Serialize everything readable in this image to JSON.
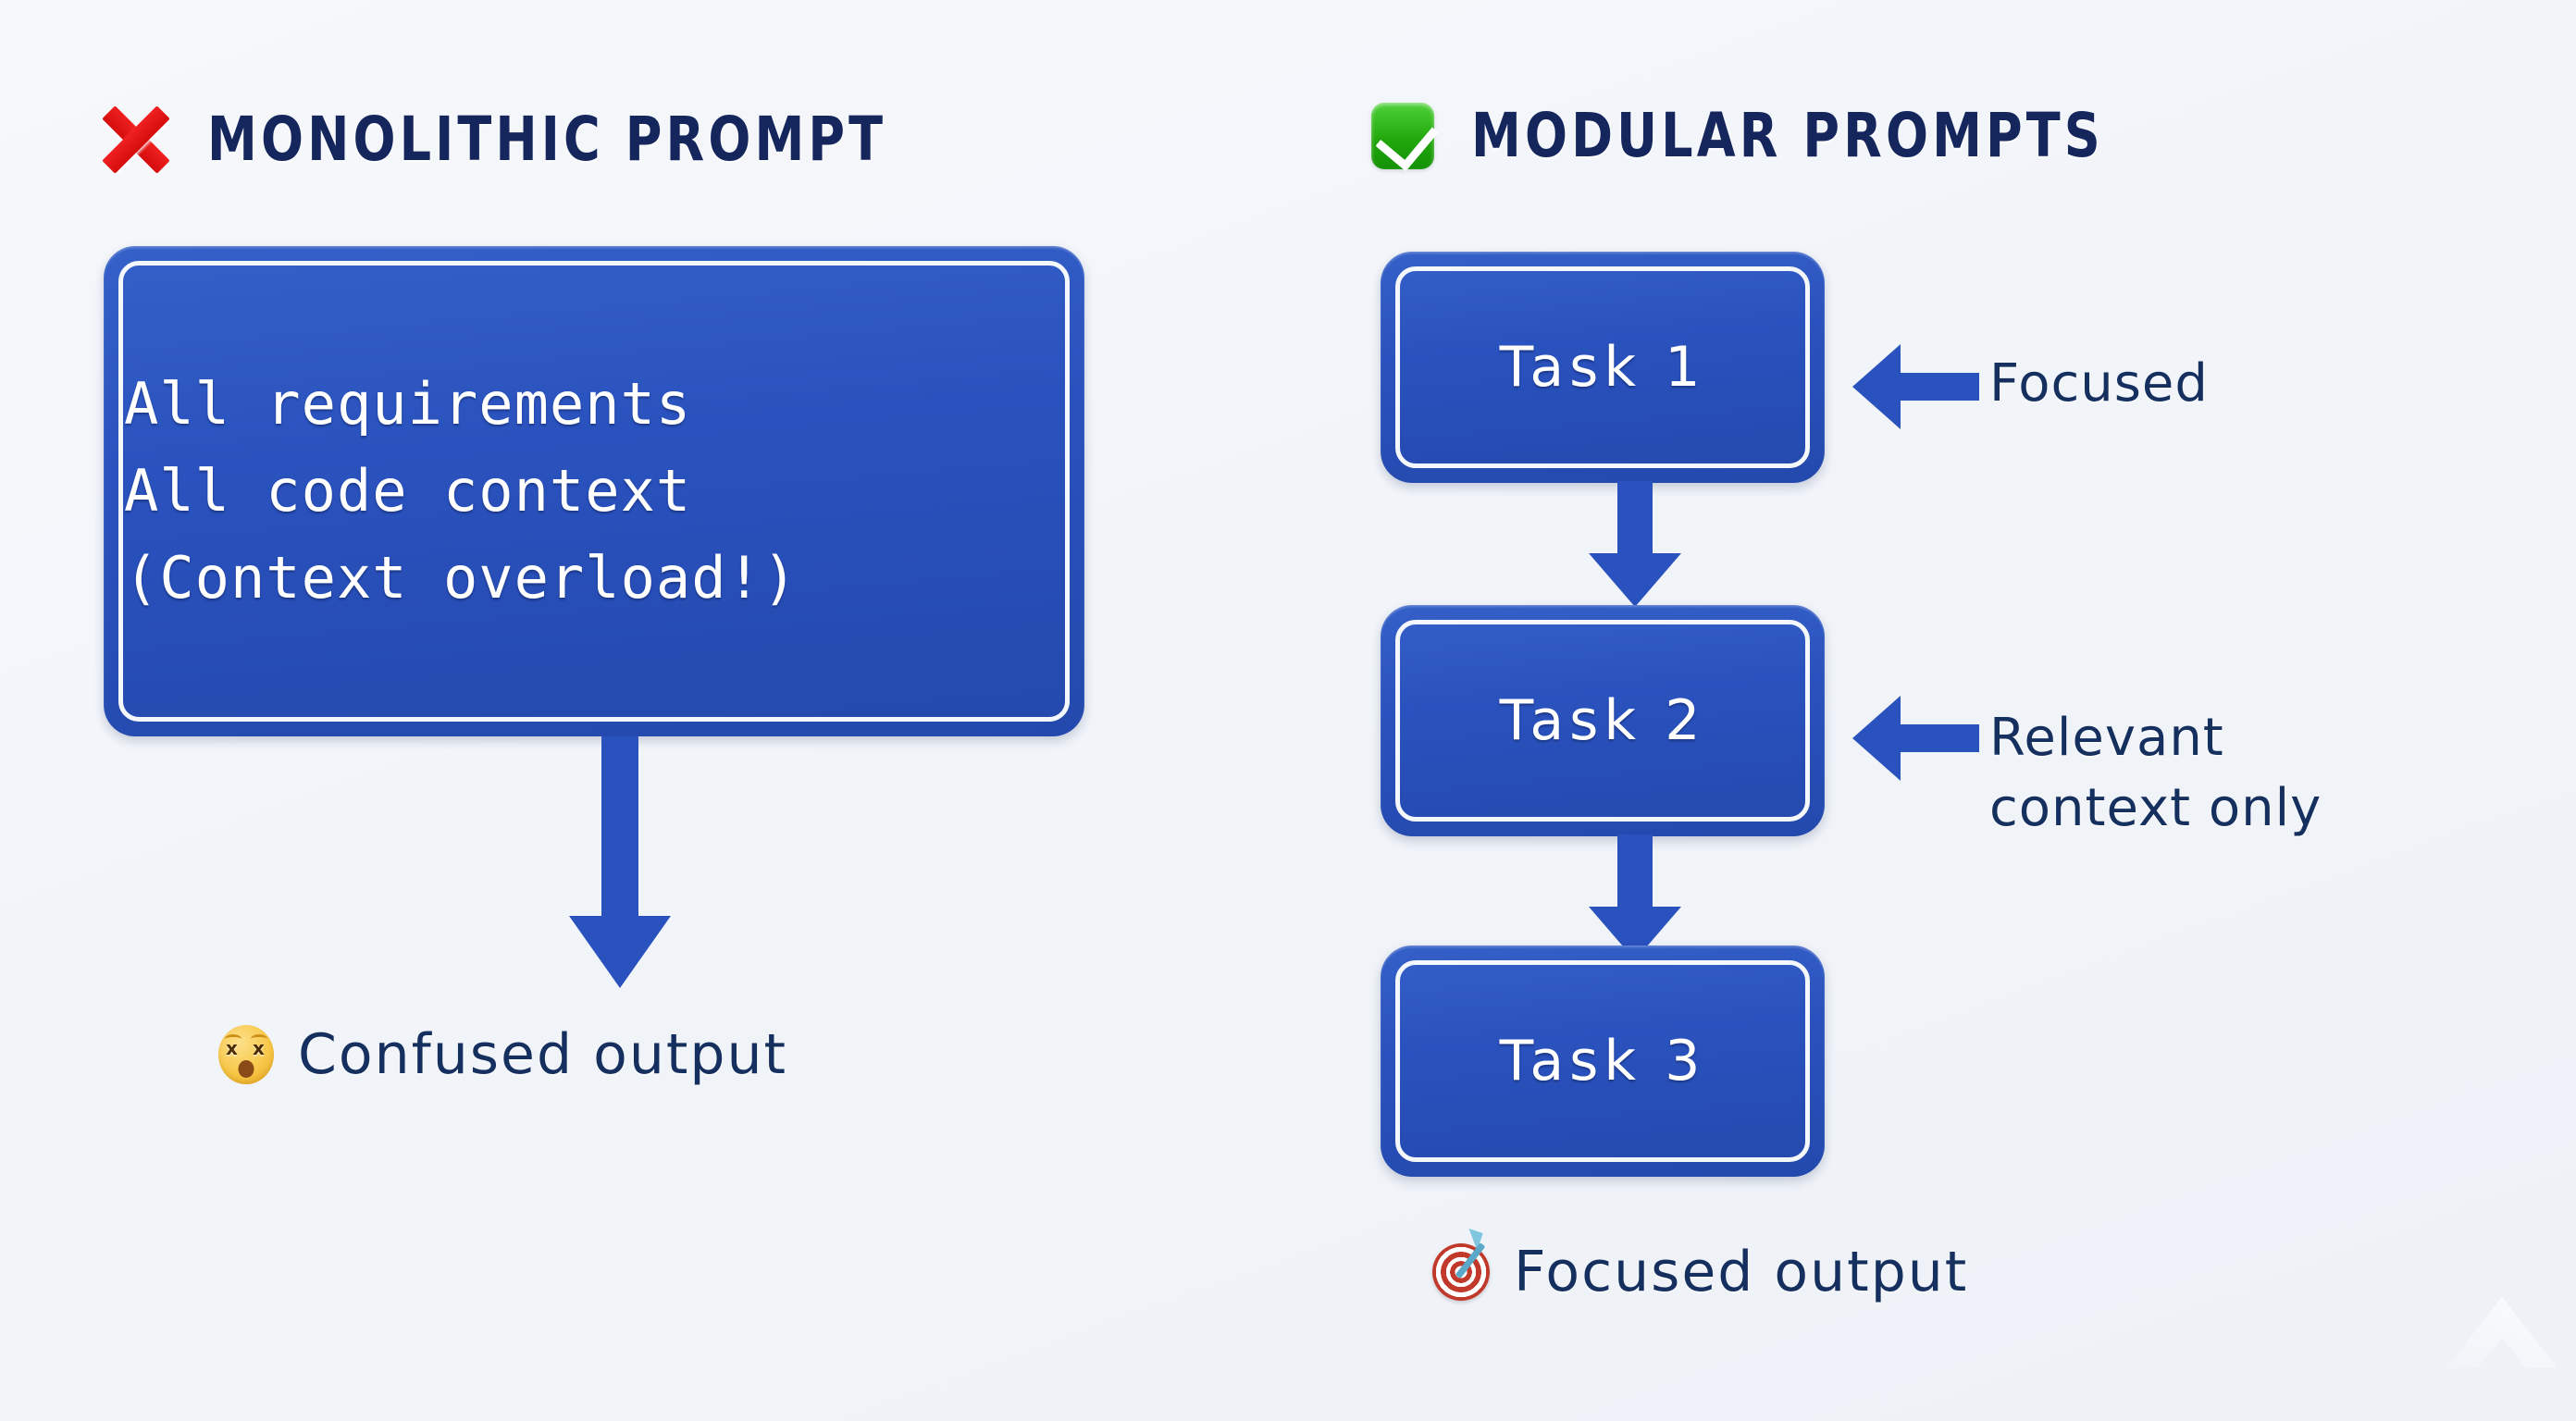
{
  "background_color": "#f2f5f9",
  "accent_blue": "#2a52be",
  "navy_text": "#15305f",
  "left_column": {
    "heading": {
      "icon": "cross-mark-icon",
      "label": "MONOLITHIC PROMPT"
    },
    "sign_lines": [
      "All requirements",
      "All code context",
      "(Context overload!)"
    ],
    "output": {
      "icon": "dizzy-face-icon",
      "label": "Confused output"
    }
  },
  "right_column": {
    "heading": {
      "icon": "check-mark-button-icon",
      "label": "MODULAR PROMPTS"
    },
    "tasks": [
      {
        "label": "Task 1"
      },
      {
        "label": "Task 2"
      },
      {
        "label": "Task 3"
      }
    ],
    "annotations": [
      {
        "target": "Task 1",
        "label": "Focused"
      },
      {
        "target": "Task 2",
        "line1": "Relevant",
        "line2": "context only"
      }
    ],
    "output": {
      "icon": "direct-hit-icon",
      "label": "Focused output"
    }
  }
}
